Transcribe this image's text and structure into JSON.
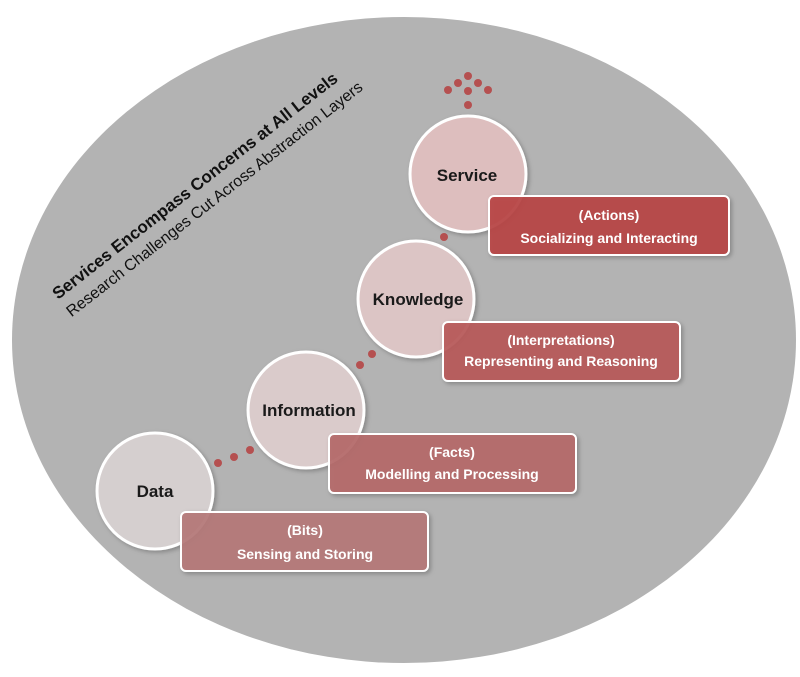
{
  "background_text": {
    "title": "Services Encompass Concerns at All Levels",
    "subtitle": "Research Challenges Cut Across Abstraction Layers"
  },
  "layers": [
    {
      "name": "Data",
      "kind": "(Bits)",
      "action": "Sensing and Storing",
      "circle_color": "#d8d2d2",
      "box_color": "#b57a7a"
    },
    {
      "name": "Information",
      "kind": "(Facts)",
      "action": "Modelling and Processing",
      "circle_color": "#dccdcd",
      "box_color": "#b56a6a"
    },
    {
      "name": "Knowledge",
      "kind": "(Interpretations)",
      "action": "Representing and Reasoning",
      "circle_color": "#dfc7c7",
      "box_color": "#b85a5a"
    },
    {
      "name": "Service",
      "kind": "(Actions)",
      "action": "Socializing and Interacting",
      "circle_color": "#e0c0c0",
      "box_color": "#b84444"
    }
  ],
  "colors": {
    "ellipse": "#b3b3b3",
    "dots": "#b55050",
    "box_border": "#ffffff"
  }
}
